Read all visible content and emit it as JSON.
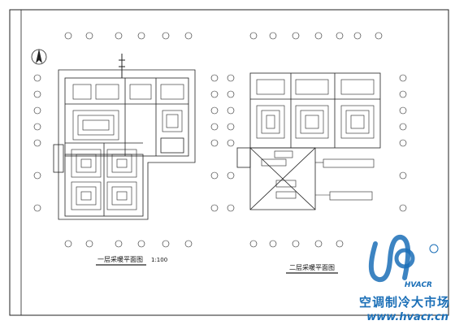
{
  "plans": {
    "first_floor_title": "一层采暖平面图",
    "first_floor_scale": "1:100",
    "second_floor_title": "二层采暖平面图"
  },
  "watermark": {
    "brand_en": "HVACR",
    "brand_cn": "空调制冷大市场",
    "url": "www.hvacr.cn"
  },
  "colors": {
    "line": "#222222",
    "watermark_blue": "#1b6fb7"
  }
}
